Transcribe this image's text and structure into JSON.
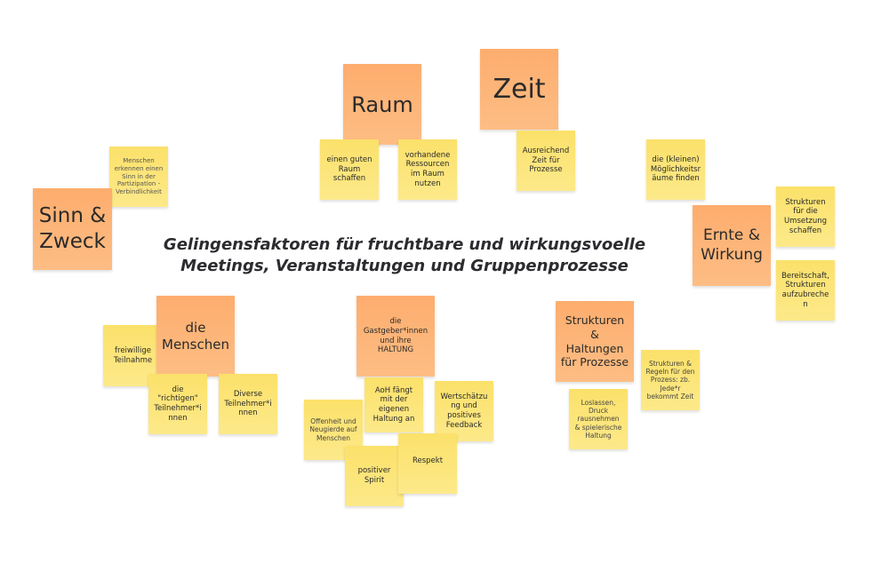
{
  "board": {
    "title": "Gelingensfaktoren für fruchtbare und wirkungsvoelle\nMeetings, Veranstaltungen und Gruppenprozesse",
    "colors": {
      "yellow": "#fbe16a",
      "orange": "#fdad6e"
    },
    "notes": {
      "raum": "Raum",
      "zeit": "Zeit",
      "guter_raum": "einen guten\nRaum\nschaffen",
      "ressourcen": "vorhandene\nRessourcen\nim Raum\nnutzen",
      "ausreichend_zeit": "Ausreichend\nZeit für\nProzesse",
      "sinn_partizipation": "Menschen\nerkennen einen\nSinn in der\nPartizipation -\nVerbindlichkeit",
      "sinn_zweck": "Sinn &\nZweck",
      "moeglichkeitsraeume": "die  (kleinen)\nMöglichkeitsr\näume finden",
      "strukturen_umsetzung": "Strukturen\nfür die\nUmsetzung\nschaffen",
      "ernte_wirkung": "Ernte &\nWirkung",
      "bereitschaft": "Bereitschaft,\nStrukturen\naufzubreche\nn",
      "menschen": "die\nMenschen",
      "freiwillige": "freiwillige\nTeilnahme",
      "richtigen": "die\n\"richtigen\"\nTeilnehmer*i\nnnen",
      "diverse": "Diverse\nTeilnehmer*i\nnnen",
      "gastgeber": "die\nGastgeber*innen\nund ihre\nHALTUNG",
      "aoh": "AoH fängt\nmit der\neigenen\nHaltung an",
      "wertschaetzung": "Wertschätzu\nng und\npositives\nFeedback",
      "offenheit": "Offenheit und\nNeugierde auf\nMenschen",
      "spirit": "positiver\nSpirit",
      "respekt": "Respekt",
      "strukturen_haltungen": "Strukturen\n&\nHaltungen\nfür Prozesse",
      "strukturen_regeln": "Strukturen &\nRegeln für den\nProzess: zb.\nJede*r\nbekommt Zeit",
      "loslassen": "Loslassen,\nDruck\nrausnehmen\n& spielerische\nHaltung"
    }
  }
}
